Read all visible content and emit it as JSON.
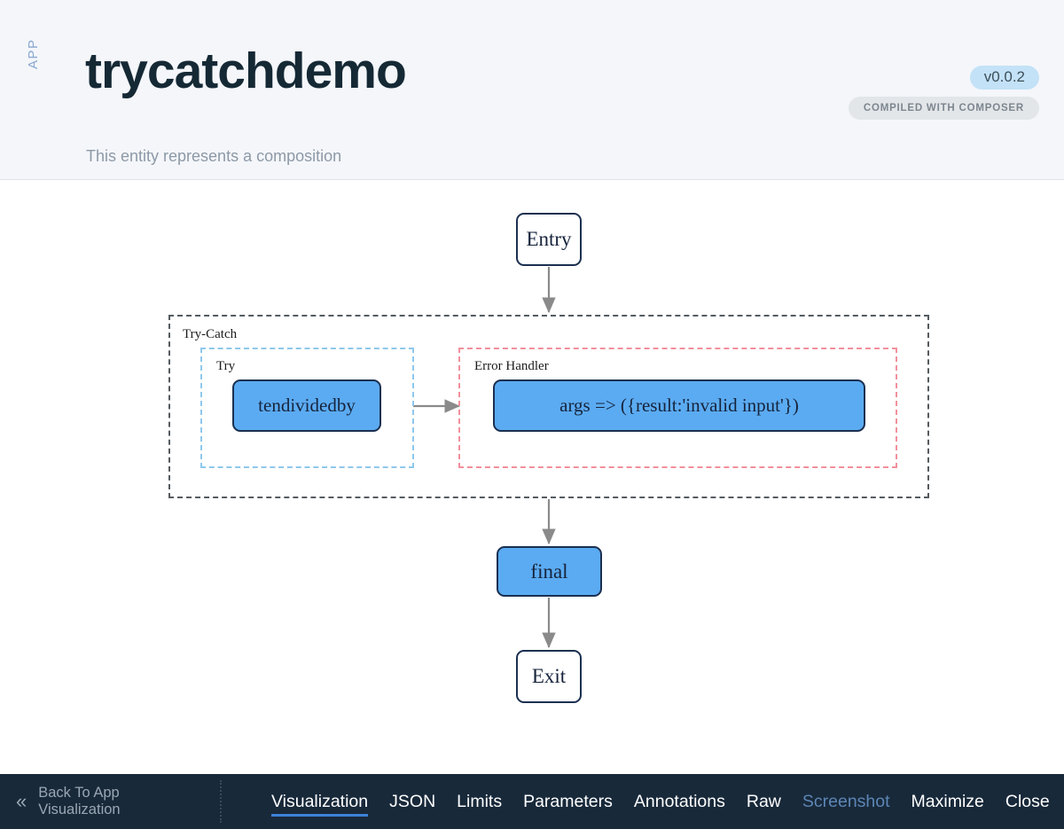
{
  "header": {
    "kind_label": "APP",
    "title": "trycatchdemo",
    "subtitle": "This entity represents a composition",
    "version_badge": "v0.0.2",
    "compiled_badge": "COMPILED WITH COMPOSER",
    "colors": {
      "background": "#f4f6fa",
      "title": "#152935",
      "kind_label": "#8aa8d0",
      "version_badge_bg": "#c3e2f7",
      "compiled_badge_bg": "#e3e6e9"
    }
  },
  "diagram": {
    "nodes": [
      {
        "id": "entry",
        "label": "Entry",
        "kind": "terminal"
      },
      {
        "id": "tendividedby",
        "label": "tendividedby",
        "kind": "action"
      },
      {
        "id": "errorfn",
        "label": "args => ({result:'invalid input'})",
        "kind": "action"
      },
      {
        "id": "final",
        "label": "final",
        "kind": "action"
      },
      {
        "id": "exit",
        "label": "Exit",
        "kind": "terminal"
      }
    ],
    "groups": [
      {
        "id": "trycatch",
        "label": "Try-Catch",
        "border_color": "#555b5f"
      },
      {
        "id": "try",
        "label": "Try",
        "border_color": "#8ec8ec"
      },
      {
        "id": "errorhandler",
        "label": "Error Handler",
        "border_color": "#f2909c"
      }
    ],
    "edges": [
      {
        "from": "entry",
        "to": "trycatch"
      },
      {
        "from": "tendividedby",
        "to": "errorhandler"
      },
      {
        "from": "trycatch",
        "to": "final"
      },
      {
        "from": "final",
        "to": "exit"
      }
    ],
    "colors": {
      "node_fill_action": "#5babf2",
      "node_fill_terminal": "#ffffff",
      "node_border": "#1b3050",
      "edge": "#8a8a8a",
      "canvas": "#ffffff"
    }
  },
  "footer": {
    "collapse_icon": "«",
    "back_label_line1": "Back To App",
    "back_label_line2": "Visualization",
    "tabs": [
      {
        "label": "Visualization",
        "state": "active"
      },
      {
        "label": "JSON",
        "state": "normal"
      },
      {
        "label": "Limits",
        "state": "normal"
      },
      {
        "label": "Parameters",
        "state": "normal"
      },
      {
        "label": "Annotations",
        "state": "normal"
      },
      {
        "label": "Raw",
        "state": "normal"
      },
      {
        "label": "Screenshot",
        "state": "muted"
      },
      {
        "label": "Maximize",
        "state": "normal"
      },
      {
        "label": "Close",
        "state": "normal"
      }
    ],
    "colors": {
      "background": "#18293a",
      "text": "#ffffff",
      "muted_text": "#5d86b5",
      "back_text": "#9aa7b3",
      "active_underline": "#3d82d8"
    }
  }
}
